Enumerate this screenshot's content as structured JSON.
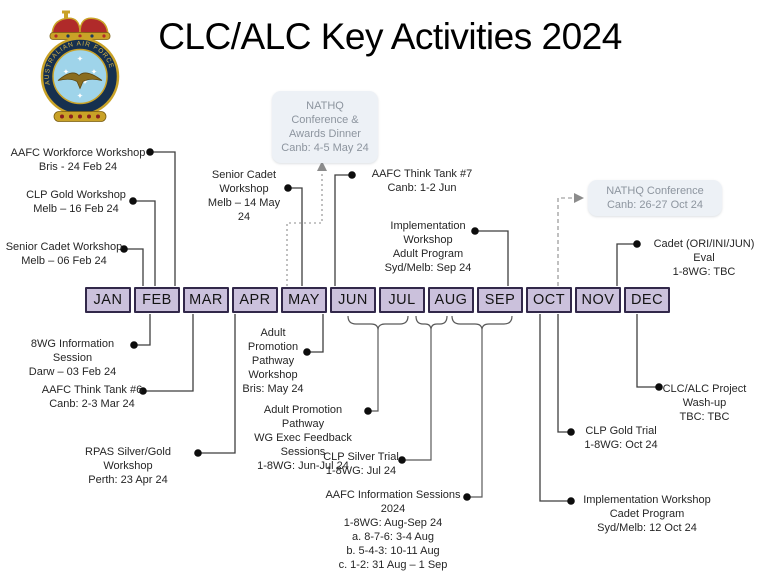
{
  "title": "CLC/ALC Key Activities 2024",
  "logo": {
    "ring_text": "AUSTRALIAN AIR FORCE CADETS"
  },
  "timeline": {
    "months": [
      "JAN",
      "FEB",
      "MAR",
      "APR",
      "MAY",
      "JUN",
      "JUL",
      "AUG",
      "SEP",
      "OCT",
      "NOV",
      "DEC"
    ],
    "cell_fill": "#cbc1dc",
    "cell_border": "#32284a"
  },
  "callout_boxes": [
    {
      "id": "nathq-conference-may",
      "text": "NATHQ\nConference &\nAwards Dinner\nCanb: 4-5 May 24"
    },
    {
      "id": "nathq-conference-oct",
      "text": "NATHQ Conference\nCanb: 26-27 Oct 24"
    }
  ],
  "events": [
    {
      "id": "aafc-workforce-workshop",
      "text": "AAFC Workforce Workshop\nBris - 24 Feb 24"
    },
    {
      "id": "clp-gold-workshop",
      "text": "CLP Gold Workshop\nMelb – 16 Feb 24"
    },
    {
      "id": "senior-cadet-workshop-feb",
      "text": "Senior Cadet Workshop\nMelb – 06 Feb 24"
    },
    {
      "id": "senior-cadet-workshop-may",
      "text": "Senior Cadet\nWorkshop\nMelb – 14 May 24"
    },
    {
      "id": "aafc-think-tank-7",
      "text": "AAFC Think Tank #7\nCanb: 1-2 Jun"
    },
    {
      "id": "implementation-workshop-adult",
      "text": "Implementation\nWorkshop\nAdult Program\nSyd/Melb: Sep 24"
    },
    {
      "id": "cadet-eval",
      "text": "Cadet (ORI/INI/JUN) Eval\n1-8WG: TBC"
    },
    {
      "id": "8wg-information-session",
      "text": "8WG Information Session\nDarw – 03 Feb 24"
    },
    {
      "id": "aafc-think-tank-6",
      "text": "AAFC Think Tank #6\nCanb: 2-3 Mar 24"
    },
    {
      "id": "rpas-silver-gold-workshop",
      "text": "RPAS Silver/Gold Workshop\nPerth: 23 Apr 24"
    },
    {
      "id": "adult-promotion-pathway-workshop",
      "text": "Adult\nPromotion\nPathway\nWorkshop\nBris: May 24"
    },
    {
      "id": "adult-promotion-pathway-wg-exec",
      "text": "Adult Promotion Pathway\nWG Exec Feedback Sessions\n1-8WG: Jun-Jul 24"
    },
    {
      "id": "clp-silver-trial",
      "text": "CLP Silver Trial\n1-8WG: Jul 24"
    },
    {
      "id": "aafc-information-sessions",
      "text": "AAFC Information Sessions 2024\n1-8WG: Aug-Sep 24\na.    8-7-6: 3-4 Aug\nb.    5-4-3: 10-11 Aug\nc.    1-2: 31 Aug – 1 Sep"
    },
    {
      "id": "implementation-workshop-cadet",
      "text": "Implementation Workshop\nCadet Program\nSyd/Melb: 12 Oct 24"
    },
    {
      "id": "clp-gold-trial",
      "text": "CLP Gold Trial\n1-8WG: Oct 24"
    },
    {
      "id": "clc-alc-project-wash-up",
      "text": "CLC/ALC Project\nWash-up\nTBC: TBC"
    }
  ]
}
